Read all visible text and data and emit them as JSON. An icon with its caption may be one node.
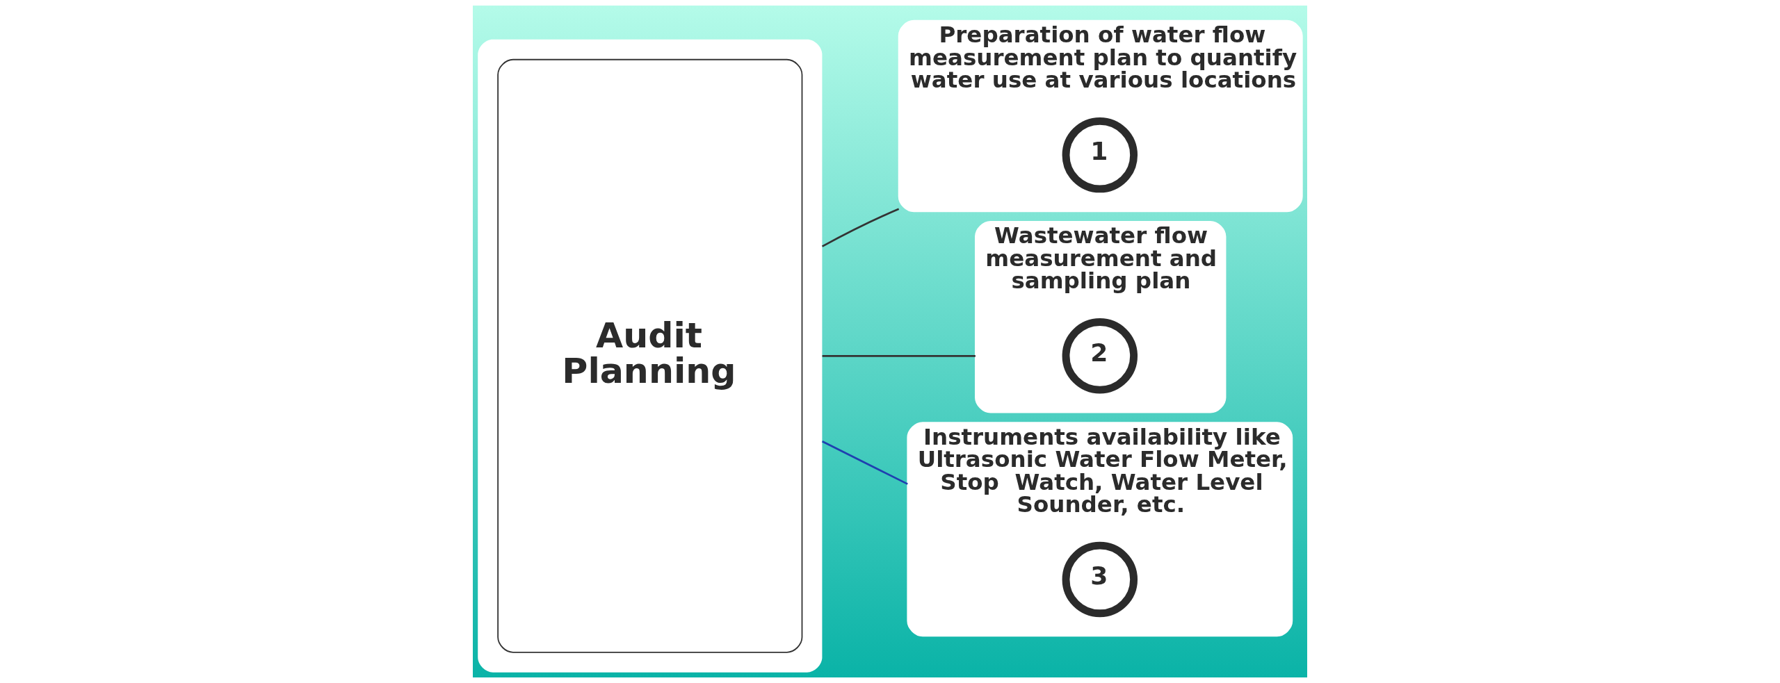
{
  "diagram": {
    "nodes": [
      {
        "text": [
          "Audit Planning"
        ]
      },
      {
        "text": [
          "Preparation of water flow measurement plan to quantify water use at various locations"
        ]
      },
      {
        "text": [
          "1"
        ],
        "in": 1
      },
      {
        "text": [
          "Wastewater flow measurement and sampling plan"
        ]
      },
      {
        "text": [
          "2"
        ],
        "in": 3
      },
      {
        "text": [
          "Instruments availability like Ultrasonic Water Flow Meter, Stop  Watch, Water Level Sounder, etc."
        ]
      },
      {
        "text": [
          "3"
        ],
        "in": 5
      }
    ],
    "edges": [
      {
        "from": 0,
        "to": 1,
        "arrow": "none"
      },
      {
        "from": 0,
        "to": 3,
        "arrow": "none"
      },
      {
        "from": 0,
        "to": 5,
        "arrow": "none",
        "color": "#1f3fb0"
      }
    ]
  }
}
